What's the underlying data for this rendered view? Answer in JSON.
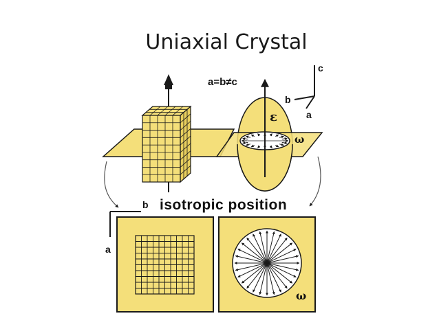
{
  "slide": {
    "title": "Uniaxial Crystal"
  },
  "diagram": {
    "relation_label": "a=b≠c",
    "axis_labels": {
      "a": "a",
      "b": "b",
      "c": "c"
    },
    "bottom_axis_labels": {
      "a": "a",
      "b": "b"
    },
    "isotropic_label": "isotropic position",
    "epsilon_label": "ε",
    "omega_label": "ω",
    "omega_label_bottom": "ω",
    "colors": {
      "fill": "#f4df7a",
      "stroke": "#1a1a1a",
      "background": "#ffffff"
    },
    "icons": [
      "optic-axis-arrow-icon",
      "curved-arrow-icon",
      "radial-vector-arrows"
    ]
  }
}
